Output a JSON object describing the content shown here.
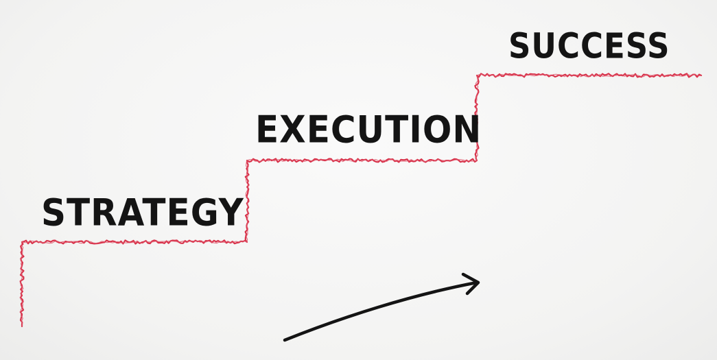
{
  "steps": [
    {
      "label": "STRATEGY"
    },
    {
      "label": "EXECUTION"
    },
    {
      "label": "SUCCESS"
    }
  ],
  "colors": {
    "staircase": "#d8324a",
    "text": "#141414",
    "arrow": "#141414",
    "background": "#f4f4f3"
  },
  "icons": {
    "arrow": "upward-trend-arrow-icon"
  }
}
